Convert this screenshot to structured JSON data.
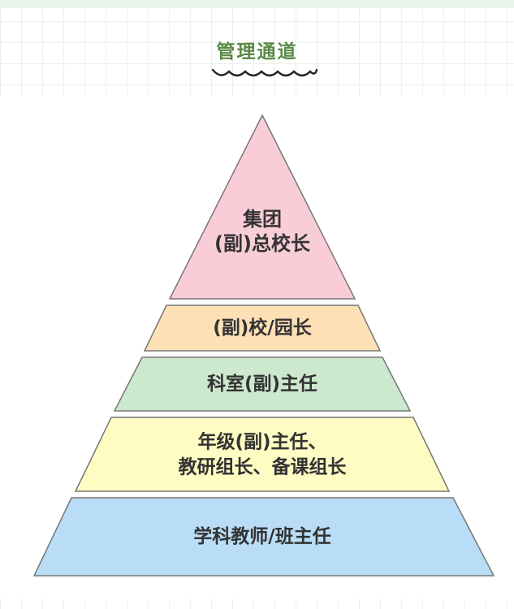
{
  "title": "管理通道",
  "pyramid": {
    "tiers": [
      {
        "lines": [
          "集团",
          "(副)总校长"
        ],
        "fill": "#f9cdd7"
      },
      {
        "lines": [
          "(副)校/园长"
        ],
        "fill": "#fde0b6"
      },
      {
        "lines": [
          "科室(副)主任"
        ],
        "fill": "#cce8cd"
      },
      {
        "lines": [
          "年级(副)主任、",
          "教研组长、备课组长"
        ],
        "fill": "#fefbc3"
      },
      {
        "lines": [
          "学科教师/班主任"
        ],
        "fill": "#b9ddf6"
      }
    ],
    "stroke": "#777777"
  }
}
